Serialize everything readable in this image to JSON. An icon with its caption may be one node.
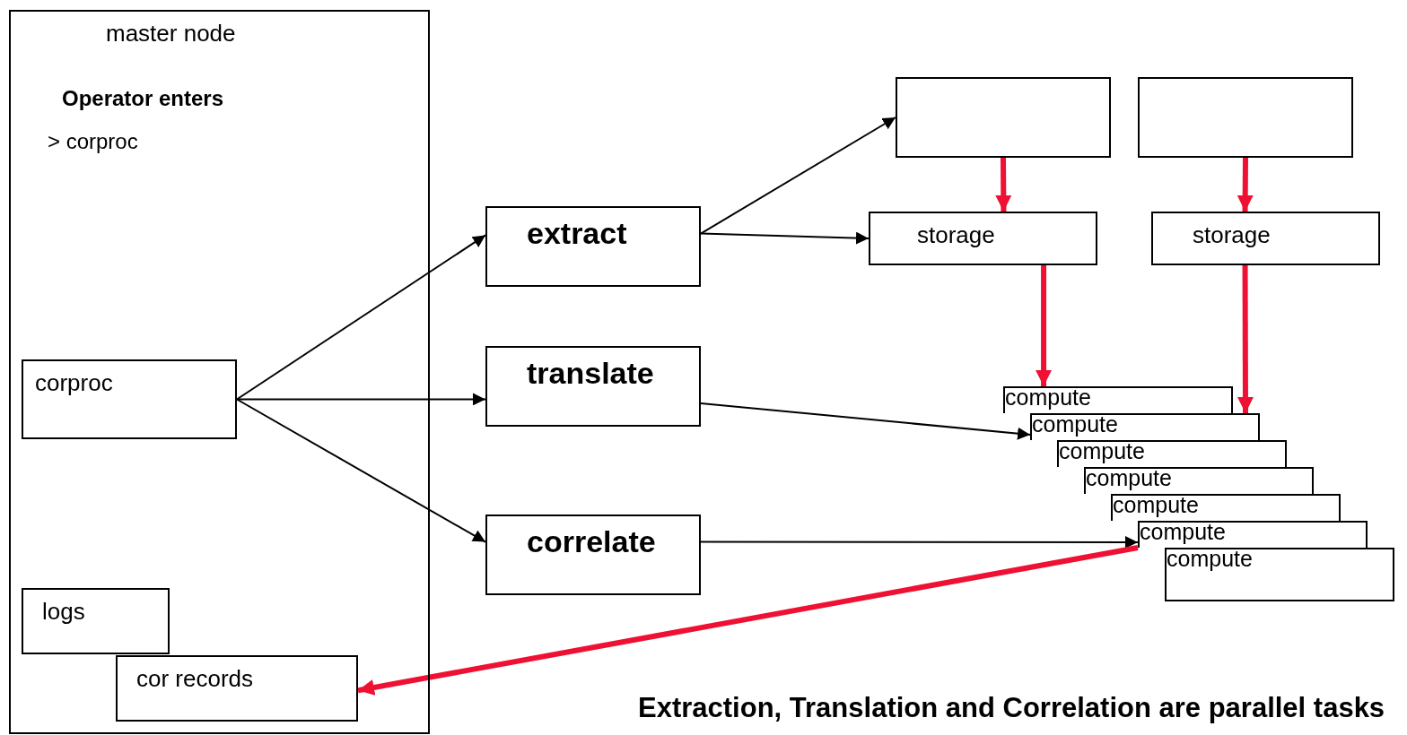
{
  "diagram": {
    "caption": "Extraction, Translation and Correlation are parallel tasks",
    "nodes": [
      {
        "text": [
          "master node",
          "Operator enters",
          "> corproc"
        ]
      },
      {
        "text": [
          "corproc"
        ],
        "in": 0
      },
      {
        "text": [
          "logs"
        ],
        "in": 0
      },
      {
        "text": [
          "cor records"
        ],
        "in": 0
      },
      {
        "text": [
          "extract"
        ]
      },
      {
        "text": [
          "translate"
        ]
      },
      {
        "text": [
          "correlate"
        ]
      },
      {
        "text": [],
        "shape": "box"
      },
      {
        "text": [],
        "shape": "box"
      },
      {
        "text": [
          "storage"
        ]
      },
      {
        "text": [
          "storage"
        ]
      },
      {
        "text": [
          "compute"
        ]
      },
      {
        "text": [
          "compute"
        ]
      },
      {
        "text": [
          "compute"
        ]
      },
      {
        "text": [
          "compute"
        ]
      },
      {
        "text": [
          "compute"
        ]
      },
      {
        "text": [
          "compute"
        ]
      },
      {
        "text": [
          "compute"
        ]
      }
    ],
    "edges": [
      {
        "from": 1,
        "to": 4,
        "arrow": "to"
      },
      {
        "from": 1,
        "to": 5,
        "arrow": "to"
      },
      {
        "from": 1,
        "to": 6,
        "arrow": "to"
      },
      {
        "from": 4,
        "to": 7,
        "arrow": "to"
      },
      {
        "from": 4,
        "to": 9,
        "arrow": "to"
      },
      {
        "from": 7,
        "to": 9,
        "arrow": "to",
        "style": "thick",
        "color": "#ee1133"
      },
      {
        "from": 8,
        "to": 10,
        "arrow": "to",
        "style": "thick",
        "color": "#ee1133"
      },
      {
        "from": 9,
        "to": 11,
        "arrow": "to",
        "style": "thick",
        "color": "#ee1133"
      },
      {
        "from": 10,
        "to": 12,
        "arrow": "to",
        "style": "thick",
        "color": "#ee1133"
      },
      {
        "from": 5,
        "to": 12,
        "arrow": "to"
      },
      {
        "from": 6,
        "to": 16,
        "arrow": "to"
      },
      {
        "from": 16,
        "to": 3,
        "arrow": "to",
        "style": "thick",
        "color": "#ee1133"
      }
    ]
  }
}
